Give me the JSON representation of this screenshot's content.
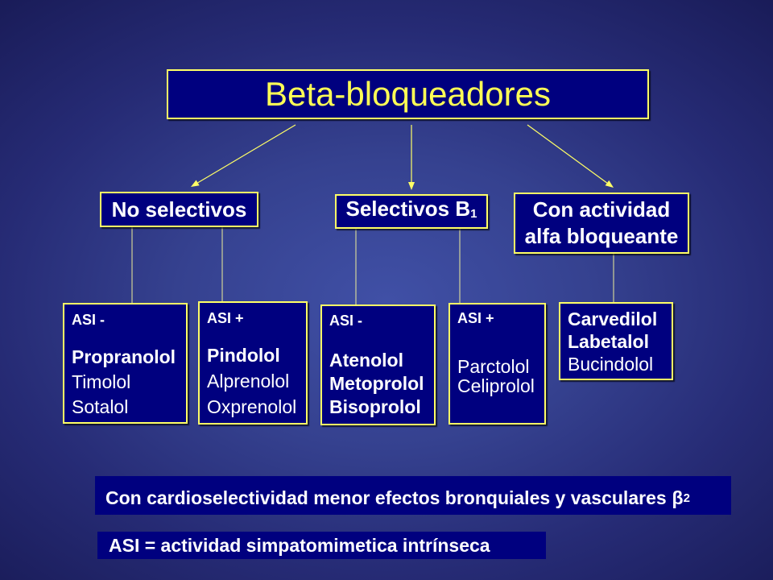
{
  "title": "Beta-bloqueadores",
  "categories": {
    "non_selective": {
      "label": "No selectivos"
    },
    "selective": {
      "label": "Selectivos B",
      "subscript": "1"
    },
    "alpha": {
      "line1": "Con actividad",
      "line2": "alfa bloqueante"
    }
  },
  "groups": [
    {
      "heading": "ASI -",
      "drugs": [
        "Propranolol",
        "Timolol",
        "Sotalol"
      ]
    },
    {
      "heading": "ASI +",
      "drugs": [
        "Pindolol",
        "Alprenolol",
        "Oxprenolol"
      ]
    },
    {
      "heading": "ASI -",
      "drugs": [
        "Atenolol",
        "Metoprolol",
        "Bisoprolol"
      ]
    },
    {
      "heading": "ASI +",
      "drugs": [
        "Parctolol",
        "Celiprolol"
      ]
    },
    {
      "drugs": [
        "Carvedilol",
        "Labetalol",
        "Bucindolol"
      ]
    }
  ],
  "notes": {
    "cardioselectivity": {
      "text": "Con cardioselectividad menor efectos bronquiales y vasculares",
      "symbol": "β",
      "subscript": "2"
    },
    "asi_definition": "ASI = actividad simpatomimetica intrínseca"
  },
  "colors": {
    "background": "#2a3180",
    "box_fill": "#00007f",
    "box_border": "#ffff66",
    "title_text": "#ffff55",
    "text": "#ffffff",
    "connector": "#ffff66"
  }
}
